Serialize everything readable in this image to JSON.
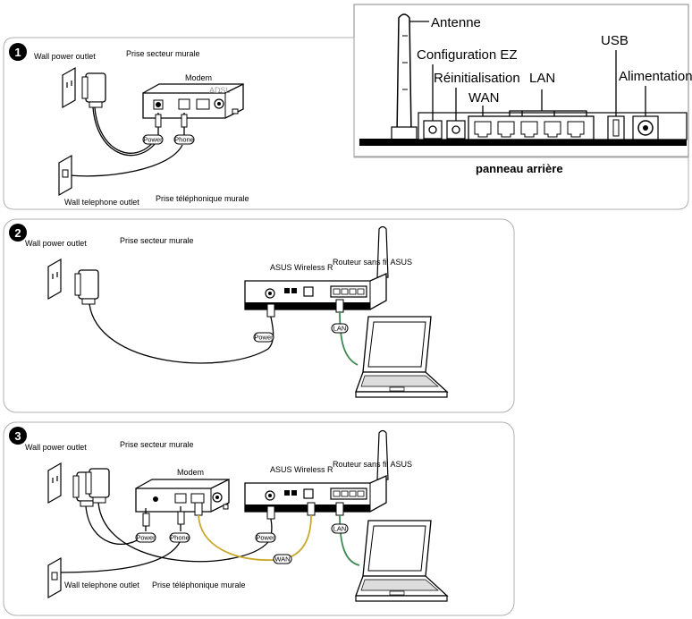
{
  "rear_panel": {
    "caption": "panneau arrière",
    "labels": {
      "antenna": "Antenne",
      "ez_config": "Configuration EZ",
      "reset": "Réinitialisation",
      "lan": "LAN",
      "wan": "WAN",
      "usb": "USB",
      "power": "Alimentation"
    }
  },
  "steps": [
    {
      "number": "1",
      "wall_outlet_en": "Wall power outlet",
      "wall_outlet_fr": "Prise secteur murale",
      "modem": "Modem",
      "modem_brand": "ADSL",
      "cable_power": "Power",
      "cable_phone": "Phone",
      "phone_jack_en": "Wall telephone outlet",
      "phone_jack_fr": "Prise téléphonique murale"
    },
    {
      "number": "2",
      "wall_outlet_en": "Wall power outlet",
      "wall_outlet_fr": "Prise secteur murale",
      "router_en": "ASUS Wireless R",
      "router_fr": "Routeur sans fil ASUS",
      "cable_power": "Power",
      "cable_lan": "LAN"
    },
    {
      "number": "3",
      "wall_outlet_en": "Wall power outlet",
      "wall_outlet_fr": "Prise secteur murale",
      "modem": "Modem",
      "router_en": "ASUS Wireless R",
      "router_fr": "Routeur sans fil ASUS",
      "cable_power_modem": "Power",
      "cable_phone": "Phone",
      "cable_power_router": "Power",
      "cable_wan": "WAN",
      "cable_lan": "LAN",
      "phone_jack_en": "Wall telephone outlet",
      "phone_jack_fr": "Prise téléphonique murale"
    }
  ],
  "colors": {
    "wan_cable": "#c8a82a",
    "lan_cable": "#3d8a55",
    "panel_border": "#9a9a9a"
  }
}
